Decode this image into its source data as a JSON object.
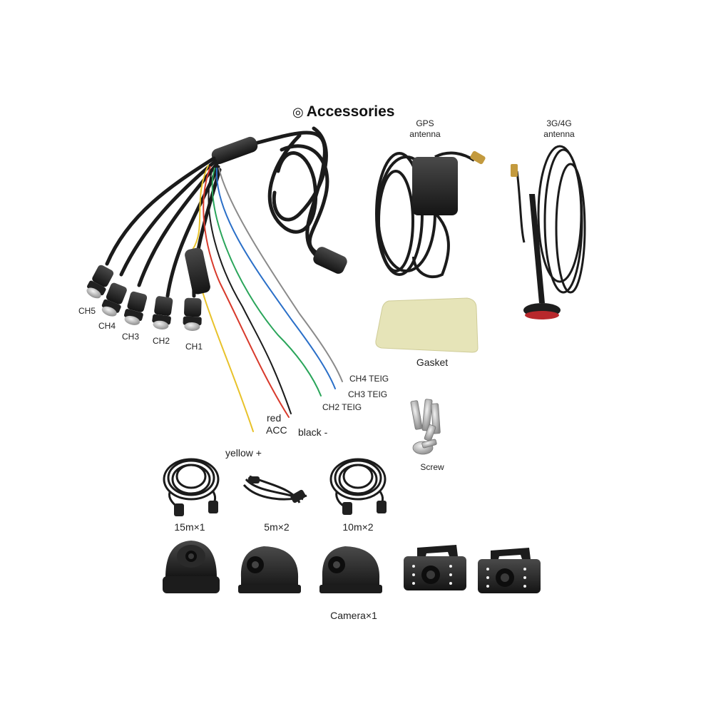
{
  "header": {
    "symbol": "◎",
    "title": "Accessories"
  },
  "antennas": {
    "gps_line1": "GPS",
    "gps_line2": "antenna",
    "cell_line1": "3G/4G",
    "cell_line2": "antenna"
  },
  "parts": {
    "gasket": "Gasket",
    "screw": "Screw"
  },
  "harness": {
    "ch5": "CH5",
    "ch4": "CH4",
    "ch3": "CH3",
    "ch2": "CH2",
    "ch1": "CH1",
    "ch4_teig": "CH4 TEIG",
    "ch3_teig": "CH3 TEIG",
    "ch2_teig": "CH2 TEIG",
    "red": "red",
    "acc": "ACC",
    "black": "black -",
    "yellow": "yellow +"
  },
  "cables": {
    "c15": "15m×1",
    "c5": "5m×2",
    "c10": "10m×2"
  },
  "cameras": {
    "caption": "Camera×1"
  },
  "colors": {
    "wire_red": "#d83a2c",
    "wire_yellow": "#e8c22a",
    "wire_green": "#2aa55a",
    "wire_blue": "#2a6fc8",
    "wire_gray": "#8a8a8a",
    "cable": "#1b1b1b",
    "gasket": "#e6e4b8",
    "antenna_base_red": "#b8282c"
  }
}
